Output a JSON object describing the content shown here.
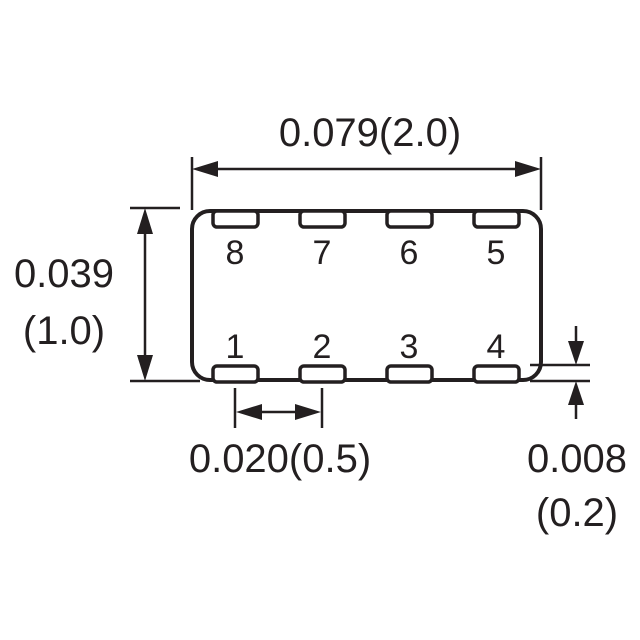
{
  "dimensions": {
    "width": {
      "inches": "0.079",
      "mm": "(2.0)",
      "label": "0.079(2.0)"
    },
    "height": {
      "inches": "0.039",
      "mm": "(1.0)"
    },
    "pitch": {
      "label": "0.020(0.5)"
    },
    "pad_height": {
      "inches": "0.008",
      "mm": "(0.2)"
    }
  },
  "pins": {
    "top_row": [
      "8",
      "7",
      "6",
      "5"
    ],
    "bottom_row": [
      "1",
      "2",
      "3",
      "4"
    ]
  },
  "colors": {
    "line": "#231f20",
    "background": "#ffffff"
  }
}
